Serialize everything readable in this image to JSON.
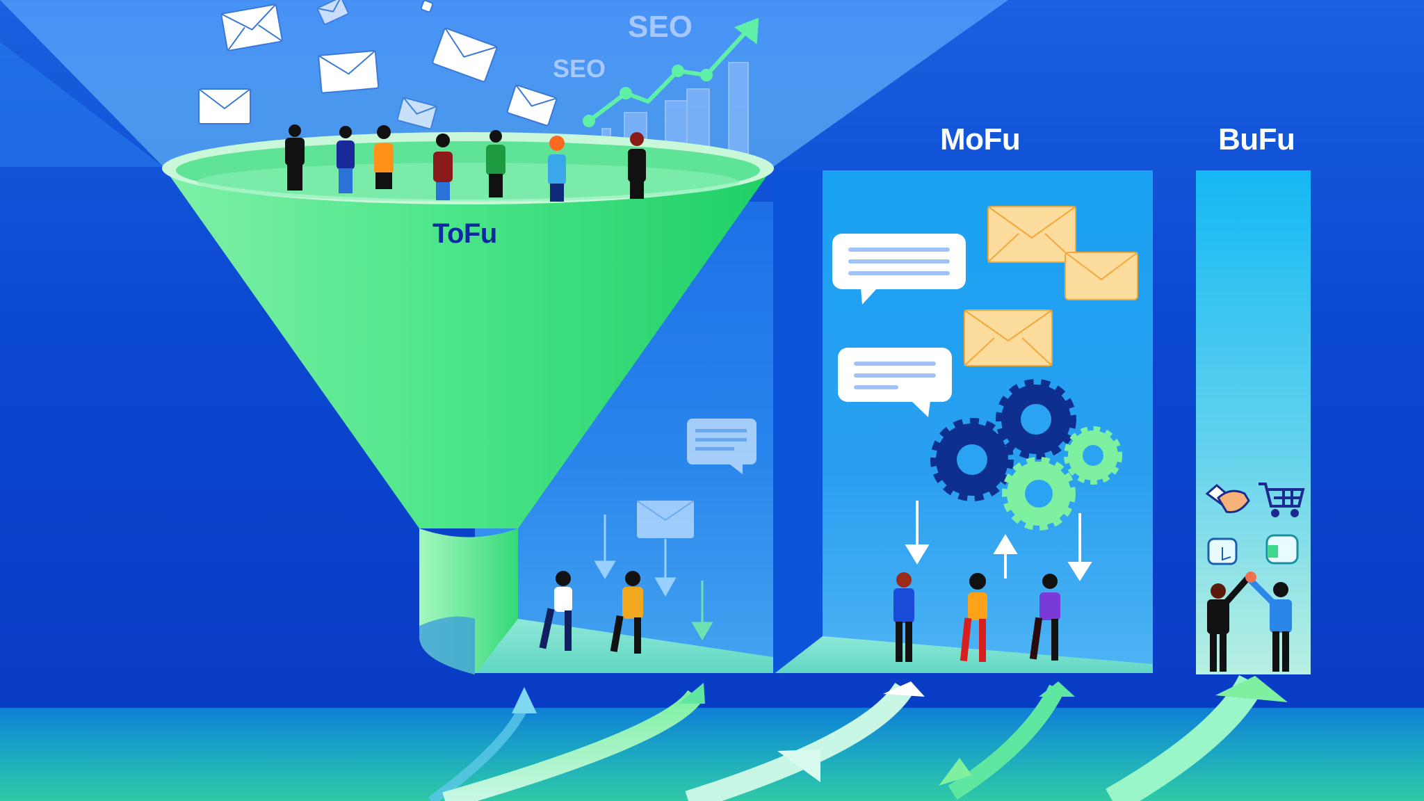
{
  "stages": {
    "tofu": {
      "label": "ToFu",
      "color": "#0d2aa0"
    },
    "mofu": {
      "label": "MoFu",
      "color": "#ffffff"
    },
    "bufu": {
      "label": "BuFu",
      "color": "#ffffff"
    }
  },
  "seo_labels": [
    "SEO",
    "SEO"
  ],
  "colors": {
    "background_blue": "#0b48d0",
    "funnel_green": "#3ee07a",
    "funnel_light": "#a8f5c6",
    "mofu_panel": "#2a9ff0",
    "bufu_panel": "#63d2ee",
    "ground_teal": "#2fcaa6",
    "envelope_white": "#ffffff",
    "envelope_yellow": "#fbdc9c",
    "gear_navy": "#0f2f8f",
    "gear_green": "#7ef0a0"
  },
  "tofu_section": {
    "icons": [
      "envelope-icon",
      "envelope-icon",
      "envelope-icon",
      "envelope-icon",
      "envelope-icon",
      "envelope-icon",
      "envelope-icon",
      "envelope-icon",
      "trend-line-icon",
      "bar-chart-icon"
    ],
    "people_count_top": 7,
    "people_count_corridor": 2
  },
  "mofu_section": {
    "icons": [
      "chat-bubble-icon",
      "chat-bubble-icon",
      "envelope-icon",
      "envelope-icon",
      "envelope-icon",
      "gear-icon",
      "gear-icon",
      "gear-icon",
      "gear-icon",
      "arrow-down-icon",
      "arrow-up-icon",
      "arrow-down-icon"
    ],
    "people_count": 3
  },
  "bufu_section": {
    "icons": [
      "handshake-icon",
      "shopping-cart-icon",
      "document-icon",
      "box-icon"
    ],
    "people_count": 2
  }
}
